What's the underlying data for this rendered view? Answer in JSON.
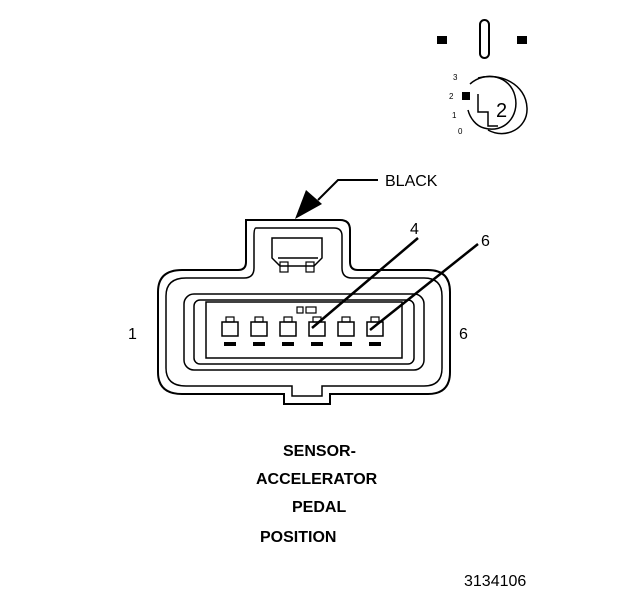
{
  "connector": {
    "color_label": "BLACK",
    "pin_first": "1",
    "pin_last": "6",
    "callouts": [
      "4",
      "6"
    ],
    "pin_count": 6
  },
  "component": {
    "title_lines": [
      "SENSOR-",
      "ACCELERATOR",
      "PEDAL",
      "POSITION"
    ]
  },
  "key_symbol": {
    "value": "2",
    "scale": [
      "3",
      "2",
      "1",
      "0"
    ]
  },
  "figure_id": "3134106",
  "colors": {
    "ink": "#000000",
    "paper": "#ffffff"
  }
}
